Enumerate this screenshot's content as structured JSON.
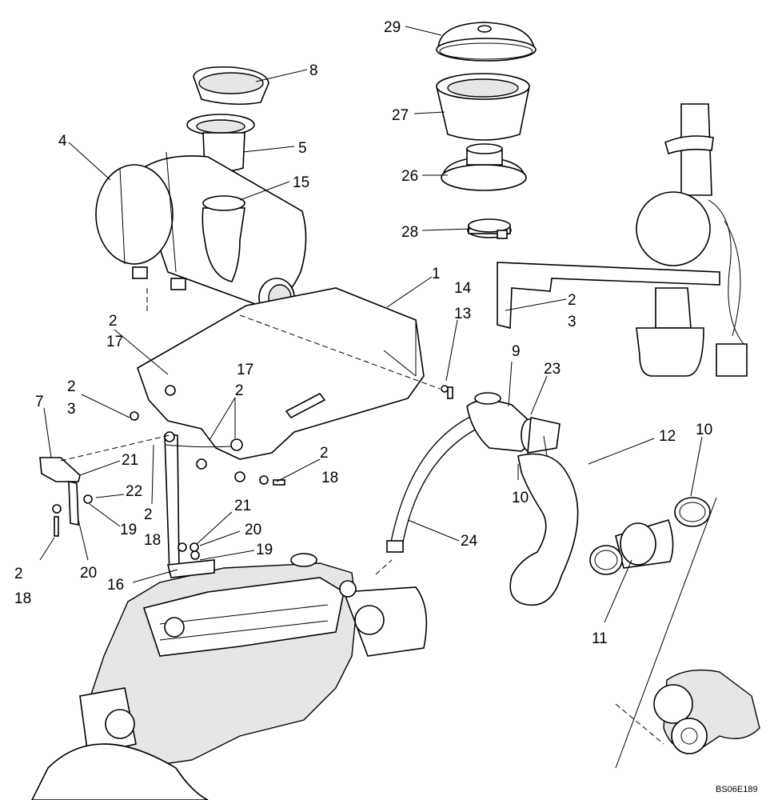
{
  "callouts": {
    "c29": "29",
    "c8": "8",
    "c27": "27",
    "c4": "4",
    "c5": "5",
    "c26": "26",
    "c15": "15",
    "c28": "28",
    "c1": "1",
    "c14": "14",
    "c13": "13",
    "c2_upper_right": "2",
    "c3_upper_right": "3",
    "c2_left_a": "2",
    "c17_left": "17",
    "c17_mid": "17",
    "c9": "9",
    "c23": "23",
    "c2_left_b": "2",
    "c3_left": "3",
    "c2_mid": "2",
    "c12": "12",
    "c10_right": "10",
    "c7": "7",
    "c21_a": "21",
    "c2_bracket": "2",
    "c18_bracket": "18",
    "c22": "22",
    "c10_mid": "10",
    "c2_v": "2",
    "c18_v": "18",
    "c19_a": "19",
    "c21_b": "21",
    "c20_a": "20",
    "c24": "24",
    "c19_b": "19",
    "c2_bottom": "2",
    "c18_bottom": "18",
    "c20_b": "20",
    "c16": "16",
    "c11": "11"
  },
  "reference_code": "BS06E189"
}
